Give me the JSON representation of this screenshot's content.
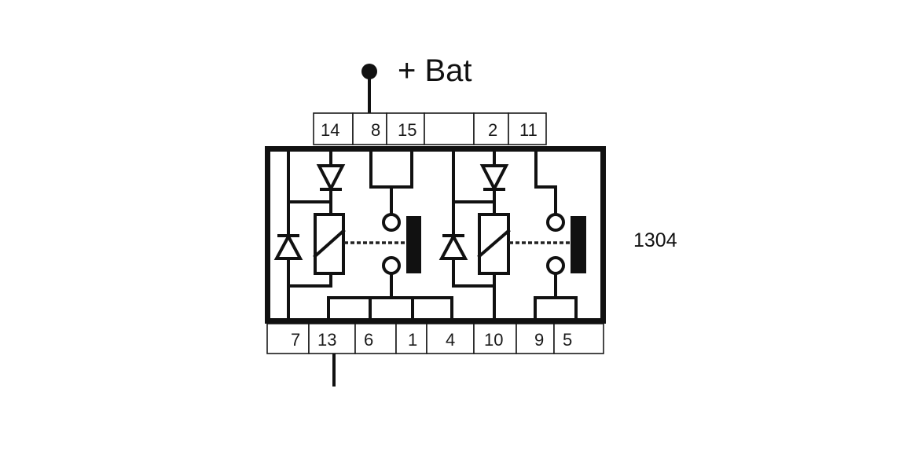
{
  "diagram": {
    "type": "relay-module-pinout",
    "supply_label": "+ Bat",
    "part_number": "1304",
    "top_pins": [
      {
        "label": "14"
      },
      {
        "label": "8"
      },
      {
        "label": "15"
      },
      {
        "label": ""
      },
      {
        "label": "2"
      },
      {
        "label": "11"
      }
    ],
    "bottom_pins": [
      {
        "label": "7"
      },
      {
        "label": "13"
      },
      {
        "label": "6"
      },
      {
        "label": "1"
      },
      {
        "label": "4"
      },
      {
        "label": "10"
      },
      {
        "label": "9"
      },
      {
        "label": "5"
      }
    ],
    "supply_pin": "8",
    "output_pin": "13",
    "relays": [
      {
        "name": "relay-1",
        "components": [
          "coil",
          "series-diode",
          "flyback-diode",
          "contact-pair",
          "armature"
        ]
      },
      {
        "name": "relay-2",
        "components": [
          "coil",
          "series-diode",
          "flyback-diode",
          "contact-pair",
          "armature"
        ]
      }
    ]
  }
}
